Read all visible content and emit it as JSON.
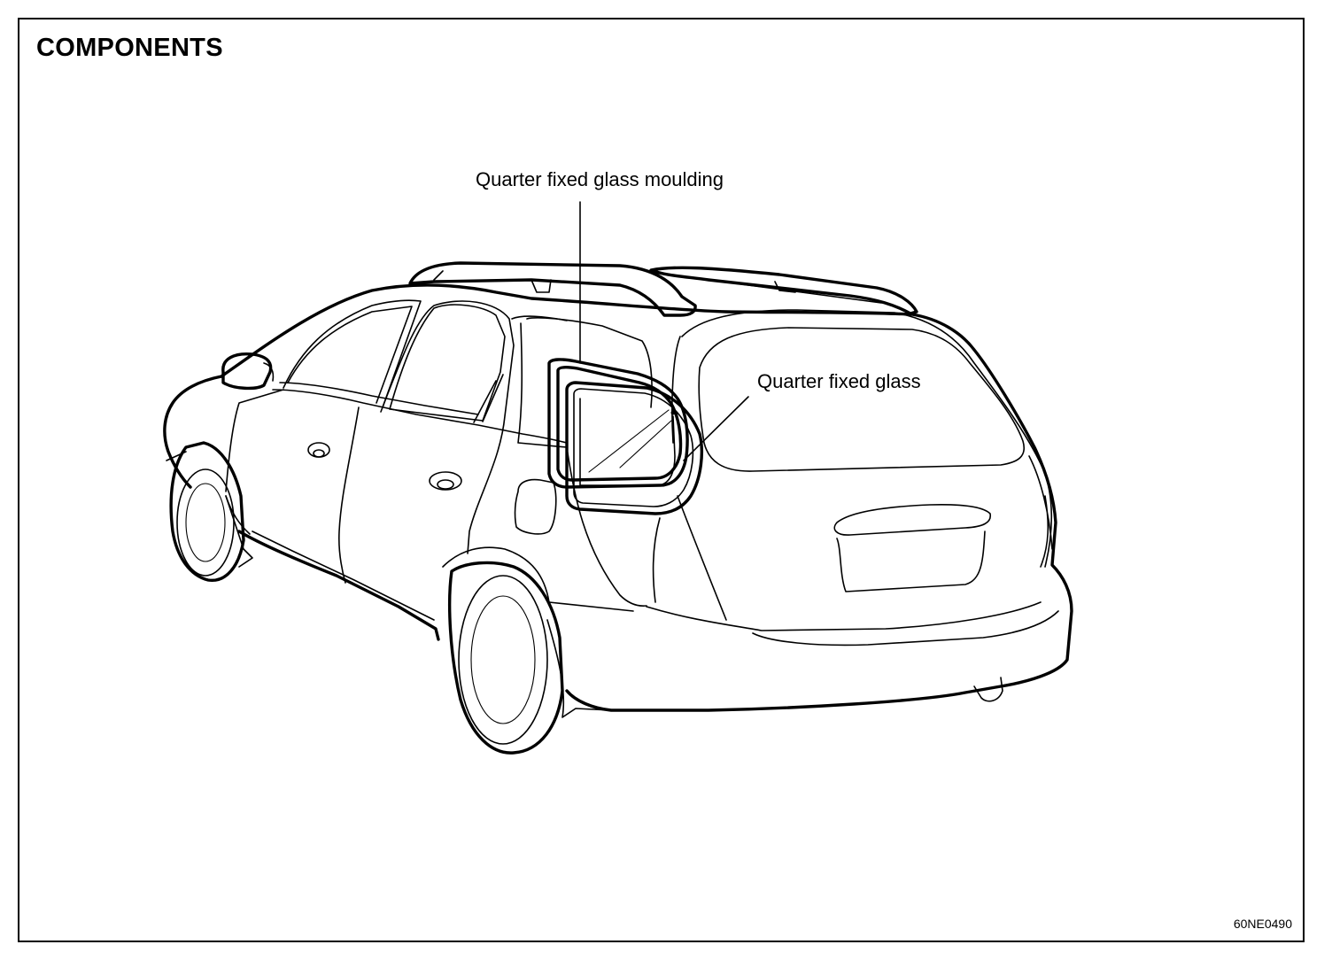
{
  "header": {
    "title": "COMPONENTS"
  },
  "callouts": {
    "moulding": "Quarter fixed glass moulding",
    "glass": "Quarter fixed glass"
  },
  "footer": {
    "figure_code": "60NE0490"
  }
}
